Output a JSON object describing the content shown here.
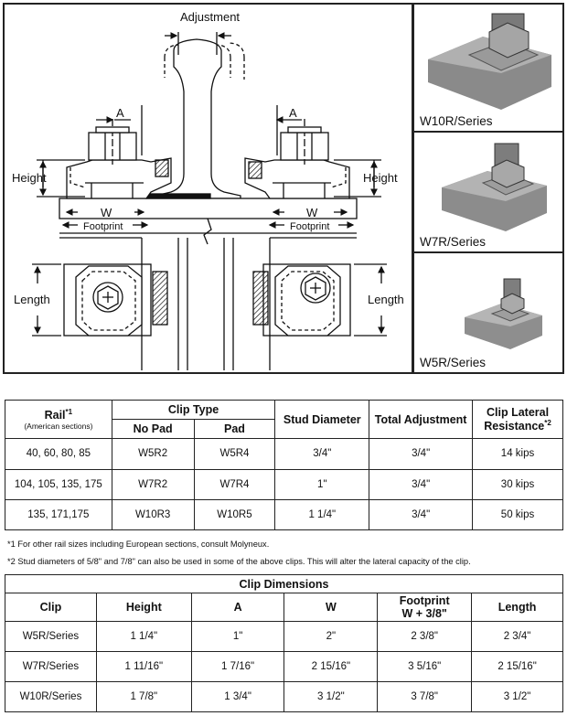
{
  "drawing": {
    "labels": {
      "adjustment": "Adjustment",
      "a_left": "A",
      "a_right": "A",
      "height_left": "Height",
      "height_right": "Height",
      "w_left": "W",
      "w_right": "W",
      "footprint_left": "Footprint",
      "footprint_right": "Footprint",
      "length_left": "Length",
      "length_right": "Length"
    }
  },
  "photos": [
    {
      "caption": "W10R/Series"
    },
    {
      "caption": "W7R/Series"
    },
    {
      "caption": "W5R/Series"
    }
  ],
  "spec_table": {
    "rail_header": "Rail",
    "rail_note": "*1",
    "rail_sub": "(American sections)",
    "clip_type_header": "Clip Type",
    "no_pad_header": "No Pad",
    "pad_header": "Pad",
    "stud_header": "Stud Diameter",
    "adjust_header": "Total Adjustment",
    "lateral_header": "Clip Lateral Resistance",
    "lateral_note": "*2",
    "rows": [
      {
        "rail": "40, 60, 80, 85",
        "no_pad": "W5R2",
        "pad": "W5R4",
        "stud": "3/4\"",
        "adjust": "3/4\"",
        "lateral": "14 kips"
      },
      {
        "rail": "104, 105, 135, 175",
        "no_pad": "W7R2",
        "pad": "W7R4",
        "stud": "1\"",
        "adjust": "3/4\"",
        "lateral": "30 kips"
      },
      {
        "rail": "135, 171,175",
        "no_pad": "W10R3",
        "pad": "W10R5",
        "stud": "1 1/4\"",
        "adjust": "3/4\"",
        "lateral": "50 kips"
      }
    ]
  },
  "notes": {
    "note1": "*1  For other rail sizes including European sections, consult Molyneux.",
    "note2": "*2  Stud diameters of 5/8\" and 7/8\" can also be used in some of the above clips.  This will alter the lateral capacity of the clip."
  },
  "dim_table": {
    "title": "Clip Dimensions",
    "headers": [
      "Clip",
      "Height",
      "A",
      "W",
      "Footprint W + 3/8\"",
      "Length"
    ],
    "rows": [
      [
        "W5R/Series",
        "1 1/4\"",
        "1\"",
        "2\"",
        "2 3/8\"",
        "2 3/4\""
      ],
      [
        "W7R/Series",
        "1 11/16\"",
        "1 7/16\"",
        "2 15/16\"",
        "3 5/16\"",
        "2 15/16\""
      ],
      [
        "W10R/Series",
        "1 7/8\"",
        "1 3/4\"",
        "3 1/2\"",
        "3 7/8\"",
        "3 1/2\""
      ]
    ]
  }
}
